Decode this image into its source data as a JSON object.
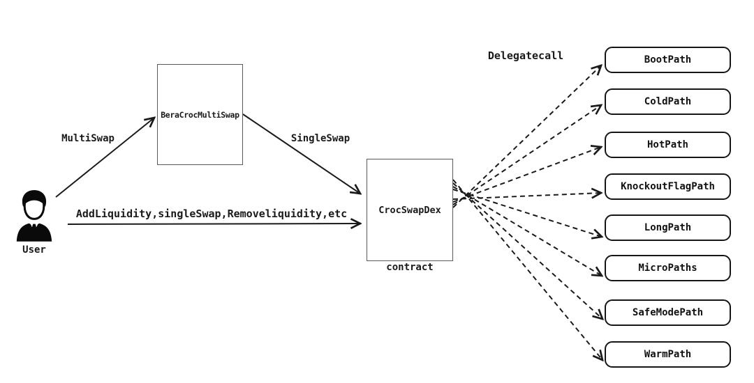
{
  "diagram": {
    "user_label": "User",
    "delegate_label": "Delegatecall",
    "contract_note": "contract",
    "nodes": {
      "multiswap_box": "BeraCrocMultiSwap",
      "dex_box": "CrocSwapDex"
    },
    "edges": {
      "multiswap": "MultiSwap",
      "singleswap": "SingleSwap",
      "add_liquidity": "AddLiquidity,singleSwap,Removeliquidity,etc"
    },
    "delegate_paths": [
      "BootPath",
      "ColdPath",
      "HotPath",
      "KnockoutFlagPath",
      "LongPath",
      "MicroPaths",
      "SafeModePath",
      "WarmPath"
    ],
    "colors": {
      "ink": "#1a1a1a",
      "node_border": "#5a5a5a",
      "background": "#ffffff"
    }
  }
}
